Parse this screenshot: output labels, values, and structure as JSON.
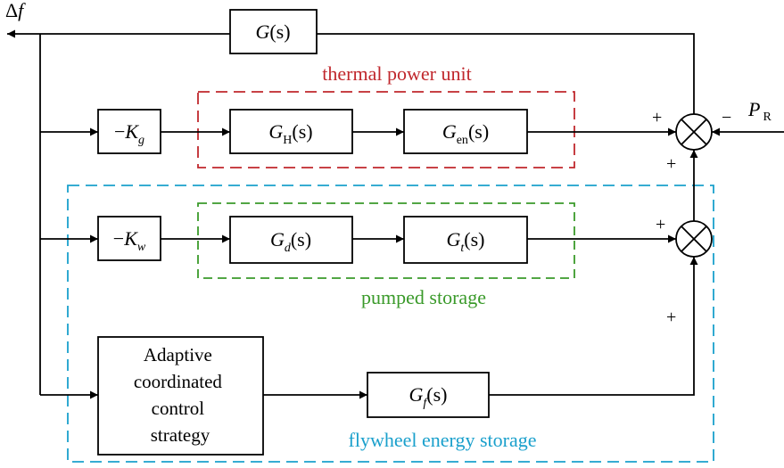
{
  "colors": {
    "thermal": "#c0282d",
    "pumped": "#3a9a2a",
    "flywheel": "#1aa0cc",
    "line": "#000000"
  },
  "signals": {
    "delta": "Δ",
    "f": "f",
    "P": "P",
    "P_sub": "R"
  },
  "signs": {
    "top_left_plus": "+",
    "top_right_minus": "−",
    "top_bottom_plus": "+",
    "bottom_left_plus": "+",
    "bottom_bottom_plus": "+"
  },
  "groups": {
    "thermal": "thermal power unit",
    "pumped": "pumped storage",
    "flywheel": "flywheel energy storage"
  },
  "blocks": {
    "gs": {
      "name": "G",
      "arg": "(s)"
    },
    "kg": {
      "minus": "−",
      "name": "K",
      "sub": "g"
    },
    "gh": {
      "name": "G",
      "sub": "H",
      "arg": "(s)"
    },
    "gen": {
      "name": "G",
      "sub": "en",
      "arg": "(s)"
    },
    "kw": {
      "minus": "−",
      "name": "K",
      "sub": "w"
    },
    "gd": {
      "name": "G",
      "sub": "d",
      "arg": "(s)"
    },
    "gt": {
      "name": "G",
      "sub": "t",
      "arg": "(s)"
    },
    "gf": {
      "name": "G",
      "sub": "f",
      "arg": "(s)"
    },
    "adaptive": [
      "Adaptive",
      "coordinated",
      "control",
      "strategy"
    ]
  }
}
